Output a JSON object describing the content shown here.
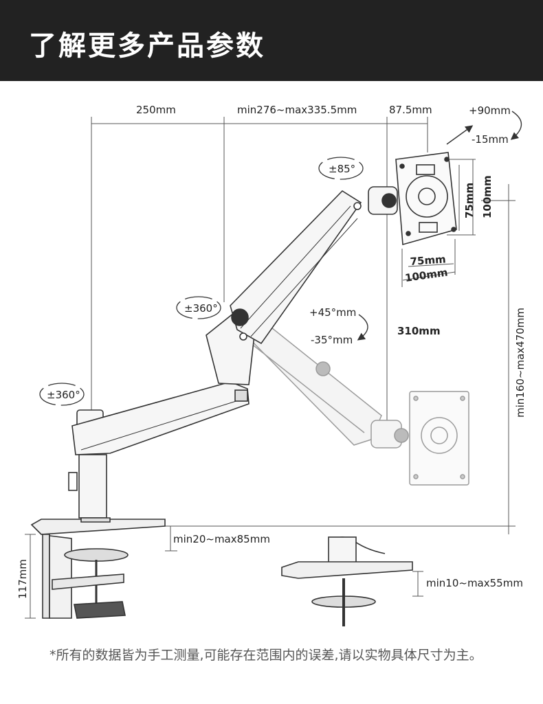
{
  "header": {
    "title": "了解更多产品参数"
  },
  "dimensions": {
    "d250": "250mm",
    "arm_length": "min276~max335.5mm",
    "d87": "87.5mm",
    "tilt_up": "+90mm",
    "tilt_down": "-15mm",
    "swivel_85": "±85°",
    "vesa_75_v": "75mm",
    "vesa_100_v": "100mm",
    "vesa_75_h": "75mm",
    "vesa_100_h": "100mm",
    "rot_360_mid": "±360°",
    "rot_360_base": "±360°",
    "angle_up": "+45°mm",
    "angle_down": "-35°mm",
    "d310": "310mm",
    "height_range": "min160~max470mm",
    "desk_thickness": "min20~max85mm",
    "d117": "117mm",
    "grommet_thickness": "min10~max55mm"
  },
  "footnote": "*所有的数据皆为手工测量,可能存在范围内的误差,请以实物具体尺寸为主。",
  "colors": {
    "header_bg": "#222222",
    "line": "#333333",
    "ghost": "#999999"
  }
}
